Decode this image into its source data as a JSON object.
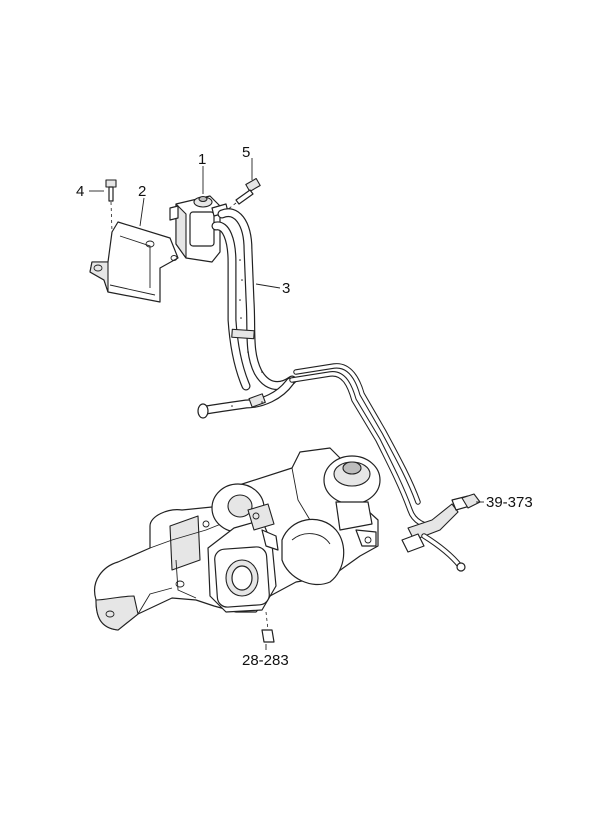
{
  "callouts": {
    "p1": "1",
    "p2": "2",
    "p3": "3",
    "p4": "4",
    "p5": "5",
    "ref_a": "39-373",
    "ref_b": "28-283"
  }
}
